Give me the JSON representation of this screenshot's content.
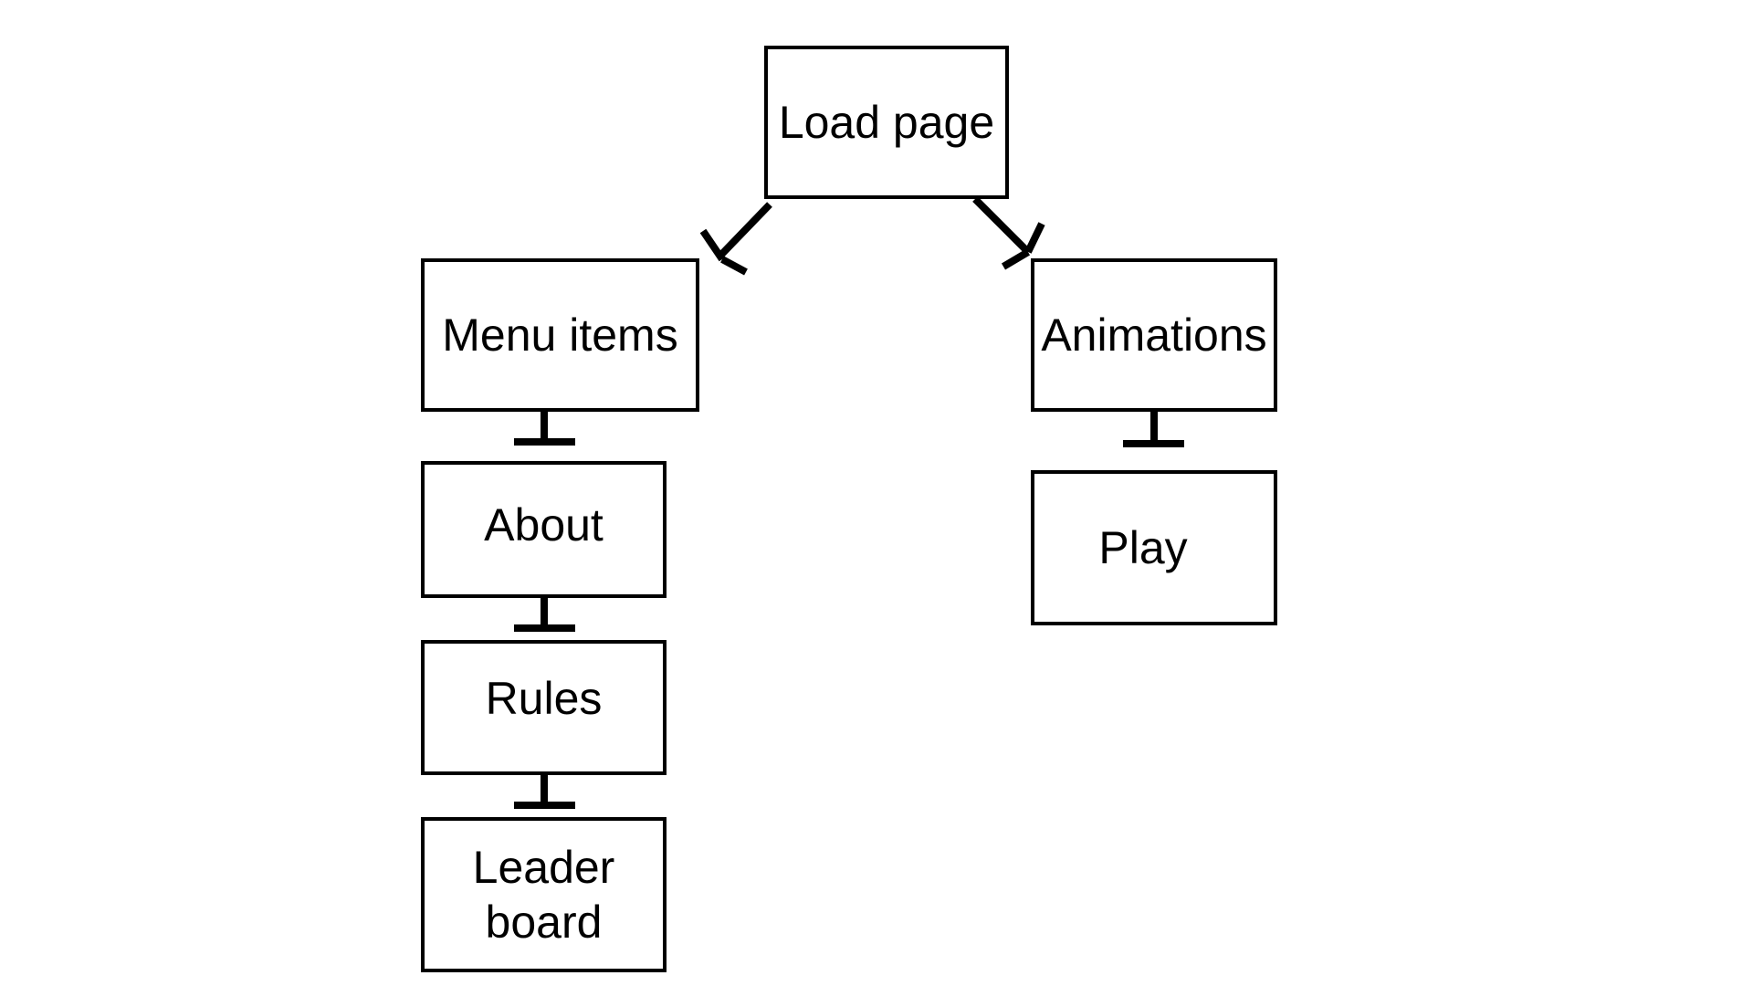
{
  "diagram": {
    "nodes": [
      {
        "id": "load",
        "label": "Load page"
      },
      {
        "id": "menu",
        "label": "Menu items"
      },
      {
        "id": "anim",
        "label": "Animations"
      },
      {
        "id": "about",
        "label": "About"
      },
      {
        "id": "rules",
        "label": "Rules"
      },
      {
        "id": "leader",
        "label": "Leader\nboard"
      },
      {
        "id": "play",
        "label": "Play"
      }
    ],
    "edges": [
      {
        "from": "Load page",
        "to": "Menu items"
      },
      {
        "from": "Load page",
        "to": "Animations"
      },
      {
        "from": "Menu items",
        "to": "About"
      },
      {
        "from": "About",
        "to": "Rules"
      },
      {
        "from": "Rules",
        "to": "Leader\nboard"
      },
      {
        "from": "Animations",
        "to": "Play"
      }
    ],
    "colors": {
      "stroke": "#000000",
      "fill": "#ffffff",
      "text": "#000000"
    }
  }
}
